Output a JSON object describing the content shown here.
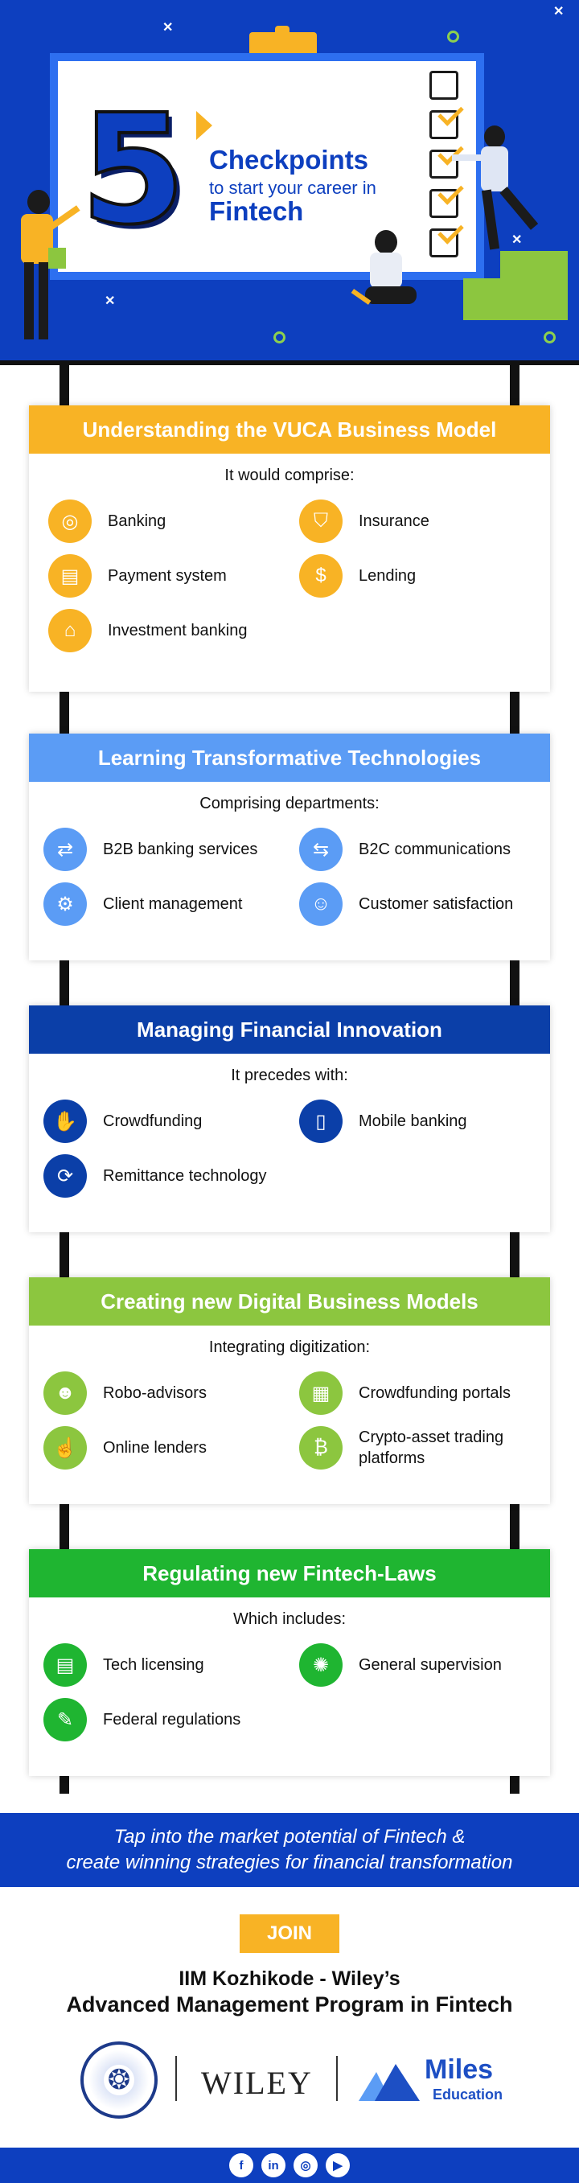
{
  "hero": {
    "number": "5",
    "title_line1": "Checkpoints",
    "title_line2": "to start your career in",
    "title_line3": "Fintech"
  },
  "colors": {
    "primary_blue": "#0d3fbf",
    "yellow": "#f8b325",
    "light_blue": "#5b9cf5",
    "dark_blue": "#0b3fa8",
    "lime": "#8cc63f",
    "green": "#1fb531"
  },
  "sections": [
    {
      "title": "Understanding the VUCA Business Model",
      "subtitle": "It would comprise:",
      "color": "#f8b325",
      "items": [
        {
          "label": "Banking",
          "icon": "piggy-bank-icon"
        },
        {
          "label": "Insurance",
          "icon": "shield-icon"
        },
        {
          "label": "Payment system",
          "icon": "payment-icon"
        },
        {
          "label": "Lending",
          "icon": "lending-icon"
        },
        {
          "label": "Investment banking",
          "icon": "bank-building-icon"
        }
      ]
    },
    {
      "title": "Learning Transformative Technologies",
      "subtitle": "Comprising departments:",
      "color": "#5b9cf5",
      "items": [
        {
          "label": "B2B banking services",
          "icon": "b2b-icon"
        },
        {
          "label": "B2C communications",
          "icon": "b2c-icon"
        },
        {
          "label": "Client management",
          "icon": "client-gear-icon"
        },
        {
          "label": "Customer satisfaction",
          "icon": "satisfaction-icon"
        }
      ]
    },
    {
      "title": "Managing Financial Innovation",
      "subtitle": "It precedes with:",
      "color": "#0b3fa8",
      "items": [
        {
          "label": "Crowdfunding",
          "icon": "crowdfunding-icon"
        },
        {
          "label": "Mobile banking",
          "icon": "mobile-banking-icon"
        },
        {
          "label": "Remittance technology",
          "icon": "remittance-icon"
        }
      ]
    },
    {
      "title": "Creating new Digital Business Models",
      "subtitle": "Integrating digitization:",
      "color": "#8cc63f",
      "items": [
        {
          "label": "Robo-advisors",
          "icon": "robot-icon"
        },
        {
          "label": "Crowdfunding portals",
          "icon": "portal-icon"
        },
        {
          "label": "Online lenders",
          "icon": "online-lender-icon"
        },
        {
          "label": "Crypto-asset trading platforms",
          "icon": "crypto-icon"
        }
      ]
    },
    {
      "title": "Regulating new Fintech-Laws",
      "subtitle": "Which includes:",
      "color": "#1fb531",
      "items": [
        {
          "label": "Tech licensing",
          "icon": "license-icon"
        },
        {
          "label": "General supervision",
          "icon": "supervision-icon"
        },
        {
          "label": "Federal regulations",
          "icon": "regulation-icon"
        }
      ]
    }
  ],
  "banner": {
    "line1": "Tap into the market potential of Fintech &",
    "line2": "create winning strategies for financial transformation"
  },
  "cta": {
    "join_label": "JOIN"
  },
  "program": {
    "line1": "IIM Kozhikode - Wiley’s",
    "line2": "Advanced Management Program in Fintech"
  },
  "logos": {
    "wiley": "WILEY",
    "miles_line1": "Miles",
    "miles_line2": "Education"
  },
  "social": [
    "facebook-icon",
    "linkedin-icon",
    "instagram-icon",
    "youtube-icon"
  ]
}
